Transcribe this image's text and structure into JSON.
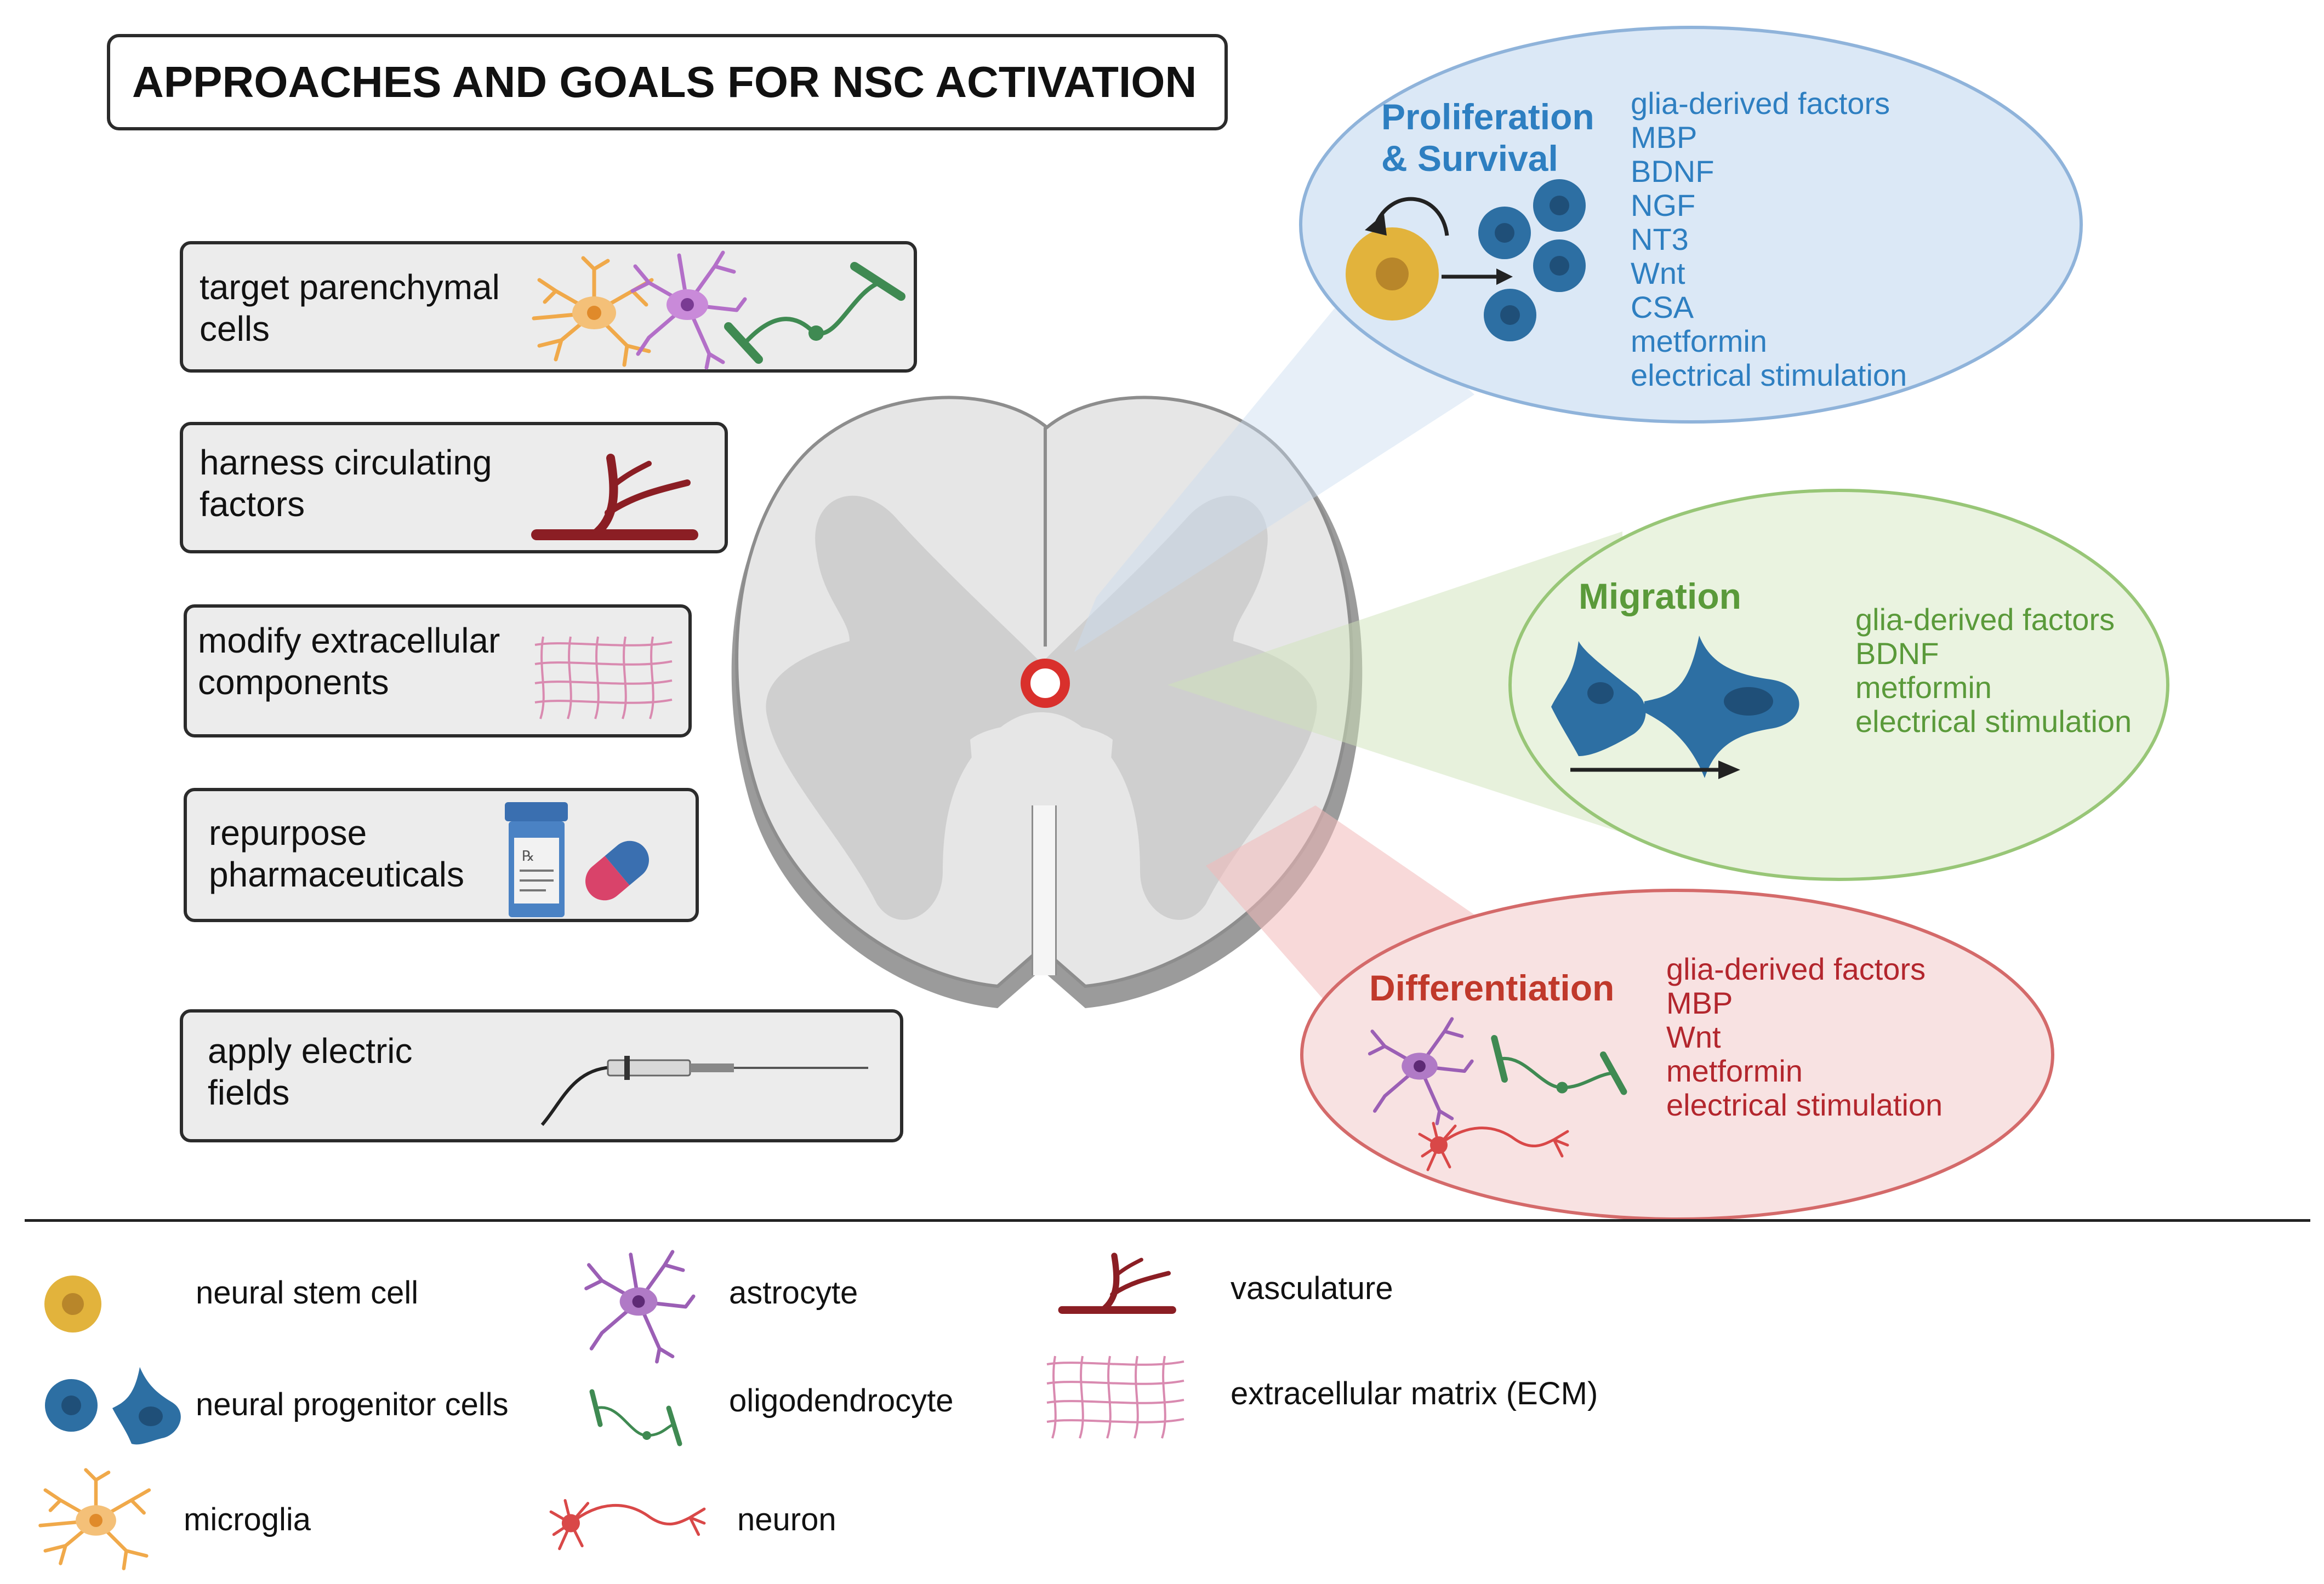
{
  "title": "APPROACHES AND GOALS FOR NSC ACTIVATION",
  "approaches": [
    {
      "label": "target parenchymal\ncells"
    },
    {
      "label": "harness circulating\nfactors"
    },
    {
      "label": "modify extracellular\ncomponents"
    },
    {
      "label": "repurpose\npharmaceuticals"
    },
    {
      "label": "apply electric\nfields"
    }
  ],
  "goals": {
    "proliferation": {
      "title": "Proliferation\n& Survival",
      "items": [
        "glia-derived factors",
        "MBP",
        "BDNF",
        "NGF",
        "NT3",
        "Wnt",
        "CSA",
        "metformin",
        "electrical stimulation"
      ],
      "color": "#2e7fc1"
    },
    "migration": {
      "title": "Migration",
      "items": [
        "glia-derived factors",
        "BDNF",
        "metformin",
        "electrical stimulation"
      ],
      "color": "#5a9a3a"
    },
    "differentiation": {
      "title": "Differentiation",
      "items": [
        "glia-derived factors",
        "MBP",
        "Wnt",
        "metformin",
        "electrical stimulation"
      ],
      "color": "#b3262d"
    }
  },
  "legend": {
    "neural_stem_cell": "neural stem cell",
    "neural_progenitor_cells": "neural progenitor cells",
    "microglia": "microglia",
    "astrocyte": "astrocyte",
    "oligodendrocyte": "oligodendrocyte",
    "neuron": "neuron",
    "vasculature": "vasculature",
    "ecm": "extracellular matrix (ECM)"
  },
  "colors": {
    "stem_cell": "#e2b33c",
    "progenitor": "#2d6fa3",
    "microglia": "#f0a94a",
    "astrocyte": "#9b5fb5",
    "oligodendrocyte": "#3f8a52",
    "neuron": "#d94848",
    "vasculature": "#8b1e24",
    "ecm": "#d98ab0"
  }
}
